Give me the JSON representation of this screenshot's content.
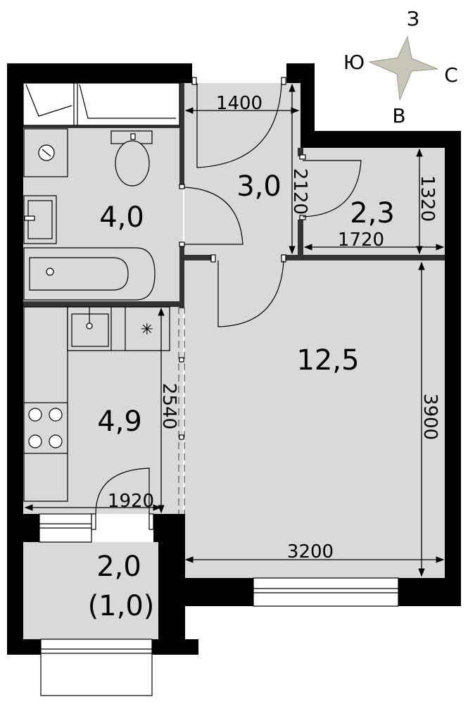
{
  "compass": {
    "top": "З",
    "left": "Ю",
    "right": "С",
    "bottom": "В"
  },
  "rooms": {
    "bathroom": "4,0",
    "hall": "3,0",
    "storage": "2,3",
    "living": "12,5",
    "kitchen": "4,9",
    "balcony": "2,0",
    "balcony_reduced": "(1,0)"
  },
  "dimensions": {
    "hall_width": "1400",
    "hall_length": "2120",
    "storage_height": "1320",
    "storage_width": "1720",
    "living_height": "3900",
    "living_width": "3200",
    "kitchen_length": "2540",
    "kitchen_width": "1920"
  }
}
